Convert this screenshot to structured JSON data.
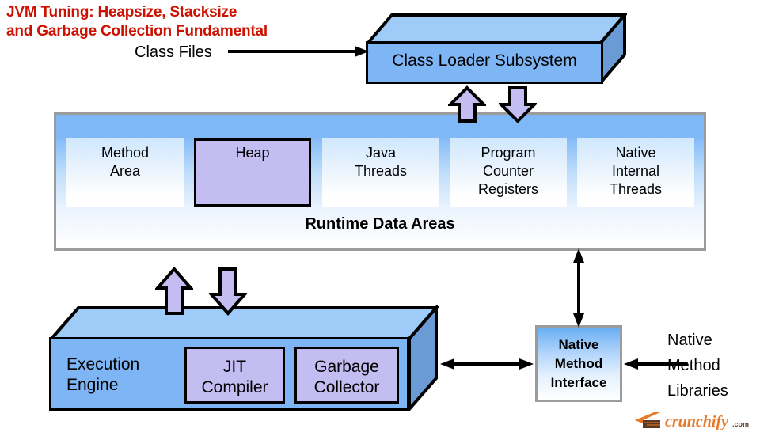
{
  "title": {
    "line1": "JVM Tuning: Heapsize, Stacksize",
    "line2": "and Garbage Collection Fundamental",
    "color": "#cc1100"
  },
  "labels": {
    "class_files": "Class Files",
    "native_method_libraries": "Native\nMethod\nLibraries"
  },
  "class_loader": {
    "title": "Class Loader Subsystem"
  },
  "runtime_data_areas": {
    "caption": "Runtime Data Areas",
    "cells": [
      {
        "label": "Method\nArea",
        "kind": "plain"
      },
      {
        "label": "Heap",
        "kind": "highlight"
      },
      {
        "label": "Java\nThreads",
        "kind": "plain"
      },
      {
        "label": "Program\nCounter\nRegisters",
        "kind": "plain"
      },
      {
        "label": "Native\nInternal\nThreads",
        "kind": "plain"
      }
    ]
  },
  "execution_engine": {
    "title": "Execution\nEngine",
    "components": [
      {
        "label": "JIT\nCompiler"
      },
      {
        "label": "Garbage\nCollector"
      }
    ]
  },
  "native_method_interface": {
    "title": "Native\nMethod\nInterface"
  },
  "arrows": {
    "class_files_to_loader": "arrow-right",
    "loader_up": "arrow-up-purple",
    "loader_down": "arrow-down-purple",
    "engine_up": "arrow-up-purple",
    "engine_down": "arrow-down-purple",
    "rda_to_nmi": "arrow-double-vertical",
    "engine_to_nmi": "arrow-double-horizontal",
    "libs_to_nmi": "arrow-left"
  },
  "colors": {
    "box_front": "#7eb6f5",
    "box_top": "#9ecbf8",
    "box_side": "#6b9bd4",
    "purple": "#c4bdf2",
    "panel_border": "#9b9b9b",
    "logo_orange": "#e8792b",
    "logo_brown": "#5c3a22"
  },
  "logo": {
    "brand": "crunchify",
    "tld": ".com"
  }
}
